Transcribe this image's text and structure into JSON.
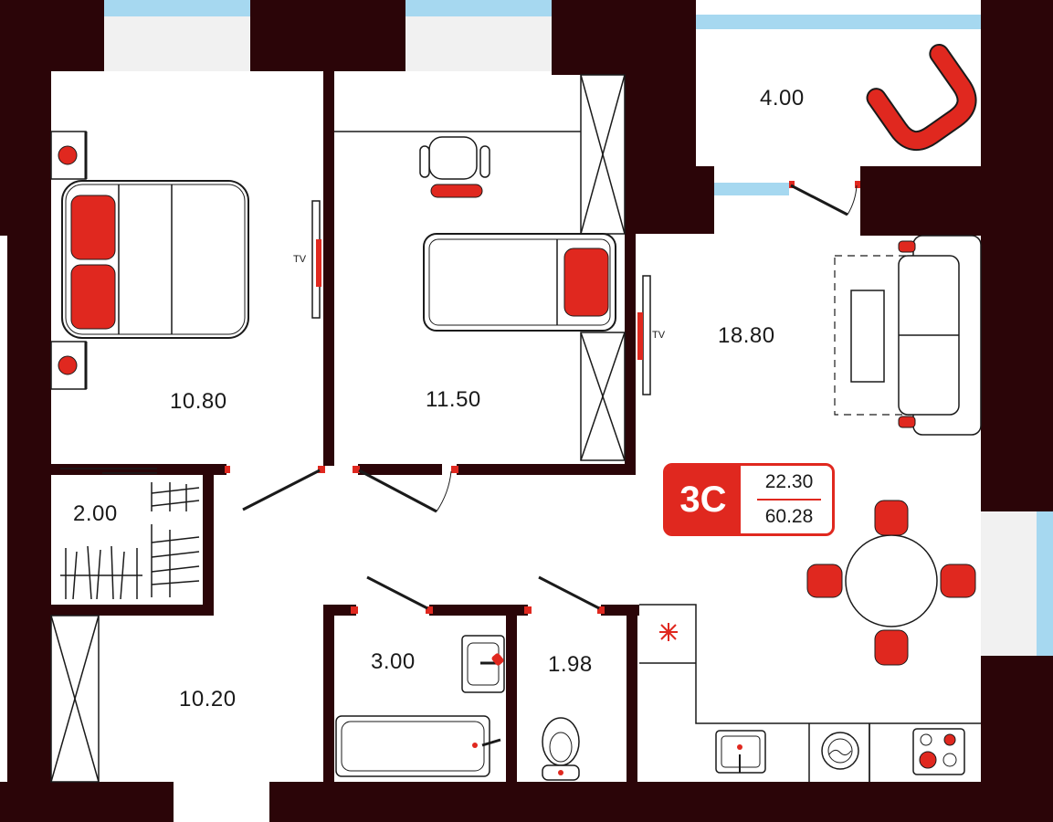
{
  "plan": {
    "code": "3С",
    "area_living": "22.30",
    "area_total": "60.28",
    "rooms": [
      {
        "id": "bedroom-1",
        "area": "10.80"
      },
      {
        "id": "bedroom-2",
        "area": "11.50"
      },
      {
        "id": "balcony",
        "area": "4.00"
      },
      {
        "id": "living-kitchen",
        "area": "18.80"
      },
      {
        "id": "wardrobe",
        "area": "2.00"
      },
      {
        "id": "hallway",
        "area": "10.20"
      },
      {
        "id": "bathroom",
        "area": "3.00"
      },
      {
        "id": "toilet",
        "area": "1.98"
      }
    ],
    "tv_labels": [
      "TV",
      "TV"
    ]
  },
  "colors": {
    "wall": "#2b0508",
    "accent": "#e0281f",
    "window": "#a6d8f0",
    "line": "#1a1a1a"
  }
}
